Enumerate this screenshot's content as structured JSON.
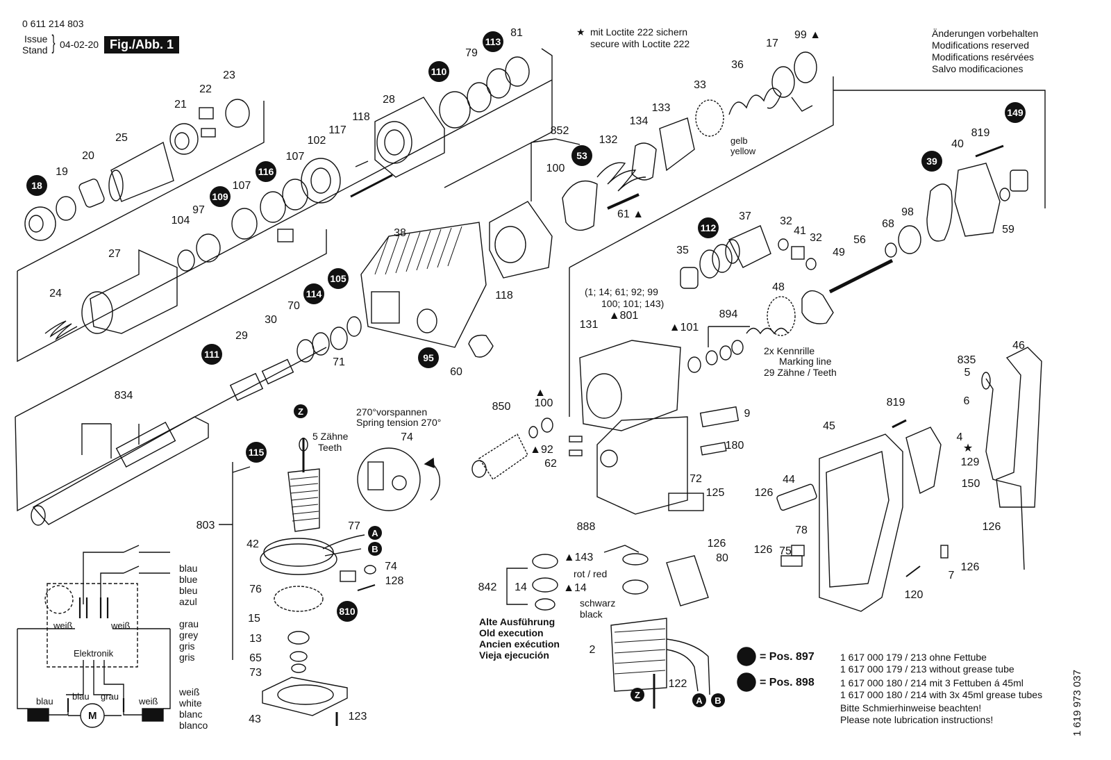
{
  "header": {
    "part_number": "0 611 214 803",
    "issue_label": "Issue",
    "stand_label": "Stand",
    "issue_date": "04-02-20",
    "figure_label": "Fig./Abb. 1"
  },
  "notes": {
    "loctite_de": "mit Loctite 222 sichern",
    "loctite_en": "secure with Loctite 222",
    "changes": [
      "Änderungen vorbehalten",
      "Modifications reserved",
      "Modifications resérvées",
      "Salvo modificaciones"
    ],
    "spring_de": "270°vorspannen",
    "spring_en": "Spring tension 270°",
    "teeth_5_de": "5 Zähne",
    "teeth_5_en": "Teeth",
    "gelb": "gelb",
    "yellow": "yellow",
    "kennrille": "2x Kennrille",
    "marking_line": "Marking line",
    "teeth_29": "29 Zähne / Teeth",
    "group_801": "(1; 14; 61; 92; 99",
    "group_801b": "100; 101; 143)",
    "rot_red": "rot / red",
    "schwarz": "schwarz",
    "black": "black",
    "old_exec": [
      "Alte Ausführung",
      "Old execution",
      "Ancien exécution",
      "Vieja ejecución"
    ],
    "doc_code": "1 619 973 037"
  },
  "wiring": {
    "blau_block": [
      "blau",
      "blue",
      "bleu",
      "azul"
    ],
    "grau_block": [
      "grau",
      "grey",
      "gris",
      "gris"
    ],
    "weiss_block": [
      "weiß",
      "white",
      "blanc",
      "blanco"
    ],
    "weiss_left": "weiß",
    "weiss_right": "weiß",
    "elektronik": "Elektronik",
    "blau_left": "blau",
    "blau_mid": "blau",
    "grau_mid": "grau",
    "weiss_bottom": "weiß",
    "motor": "M"
  },
  "legend": {
    "pos897_label": "= Pos. 897",
    "pos897_lines": [
      "1 617 000 179 / 213 ohne Fettube",
      "1 617 000 179 / 213 without grease tube"
    ],
    "pos898_label": "= Pos. 898",
    "pos898_lines": [
      "1 617 000 180 / 214 mit 3 Fettuben á 45ml",
      "1 617 000 180 / 214 with 3x 45ml grease tubes"
    ],
    "lube_de": "Bitte Schmierhinweise beachten!",
    "lube_en": "Please note lubrication instructions!"
  },
  "callouts_filled": [
    {
      "t": "18"
    },
    {
      "t": "116"
    },
    {
      "t": "109"
    },
    {
      "t": "110"
    },
    {
      "t": "113"
    },
    {
      "t": "53"
    },
    {
      "t": "149"
    },
    {
      "t": "39"
    },
    {
      "t": "114"
    },
    {
      "t": "105"
    },
    {
      "t": "111"
    },
    {
      "t": "95"
    },
    {
      "t": "115"
    },
    {
      "t": "112"
    },
    {
      "t": "810"
    },
    {
      "t": "Z"
    },
    {
      "t": "Z"
    },
    {
      "t": "A"
    },
    {
      "t": "B"
    },
    {
      "t": "A"
    },
    {
      "t": "B"
    }
  ],
  "part_labels": [
    {
      "t": "19"
    },
    {
      "t": "20"
    },
    {
      "t": "25"
    },
    {
      "t": "21"
    },
    {
      "t": "22"
    },
    {
      "t": "23"
    },
    {
      "t": "28"
    },
    {
      "t": "79"
    },
    {
      "t": "81"
    },
    {
      "t": "118"
    },
    {
      "t": "117"
    },
    {
      "t": "102"
    },
    {
      "t": "107"
    },
    {
      "t": "107"
    },
    {
      "t": "97"
    },
    {
      "t": "104"
    },
    {
      "t": "27"
    },
    {
      "t": "24"
    },
    {
      "t": "38"
    },
    {
      "t": "70"
    },
    {
      "t": "29"
    },
    {
      "t": "30"
    },
    {
      "t": "71"
    },
    {
      "t": "60"
    },
    {
      "t": "834"
    },
    {
      "t": "118"
    },
    {
      "t": "852"
    },
    {
      "t": "100"
    },
    {
      "t": "132"
    },
    {
      "t": "61 ▲"
    },
    {
      "t": "134"
    },
    {
      "t": "133"
    },
    {
      "t": "33"
    },
    {
      "t": "36"
    },
    {
      "t": "17"
    },
    {
      "t": "99 ▲"
    },
    {
      "t": "40"
    },
    {
      "t": "819"
    },
    {
      "t": "59"
    },
    {
      "t": "98"
    },
    {
      "t": "68"
    },
    {
      "t": "56"
    },
    {
      "t": "49"
    },
    {
      "t": "37"
    },
    {
      "t": "32"
    },
    {
      "t": "41"
    },
    {
      "t": "32"
    },
    {
      "t": "35"
    },
    {
      "t": "48"
    },
    {
      "t": "131"
    },
    {
      "t": "▲801"
    },
    {
      "t": "▲101"
    },
    {
      "t": "894"
    },
    {
      "t": "850"
    },
    {
      "t": "▲"
    },
    {
      "t": "100"
    },
    {
      "t": "▲92"
    },
    {
      "t": "62"
    },
    {
      "t": "9"
    },
    {
      "t": "180"
    },
    {
      "t": "72"
    },
    {
      "t": "125"
    },
    {
      "t": "888"
    },
    {
      "t": "74"
    },
    {
      "t": "803"
    },
    {
      "t": "77"
    },
    {
      "t": "42"
    },
    {
      "t": "74"
    },
    {
      "t": "128"
    },
    {
      "t": "76"
    },
    {
      "t": "15"
    },
    {
      "t": "13"
    },
    {
      "t": "65"
    },
    {
      "t": "73"
    },
    {
      "t": "43"
    },
    {
      "t": "123"
    },
    {
      "t": "▲143"
    },
    {
      "t": "842"
    },
    {
      "t": "14"
    },
    {
      "t": "▲14"
    },
    {
      "t": "126"
    },
    {
      "t": "80"
    },
    {
      "t": "2"
    },
    {
      "t": "122"
    },
    {
      "t": "46"
    },
    {
      "t": "835"
    },
    {
      "t": "5"
    },
    {
      "t": "6"
    },
    {
      "t": "819"
    },
    {
      "t": "45"
    },
    {
      "t": "4"
    },
    {
      "t": "★"
    },
    {
      "t": "129"
    },
    {
      "t": "150"
    },
    {
      "t": "44"
    },
    {
      "t": "126"
    },
    {
      "t": "126"
    },
    {
      "t": "75"
    },
    {
      "t": "78"
    },
    {
      "t": "126"
    },
    {
      "t": "7"
    },
    {
      "t": "126"
    },
    {
      "t": "120"
    }
  ]
}
